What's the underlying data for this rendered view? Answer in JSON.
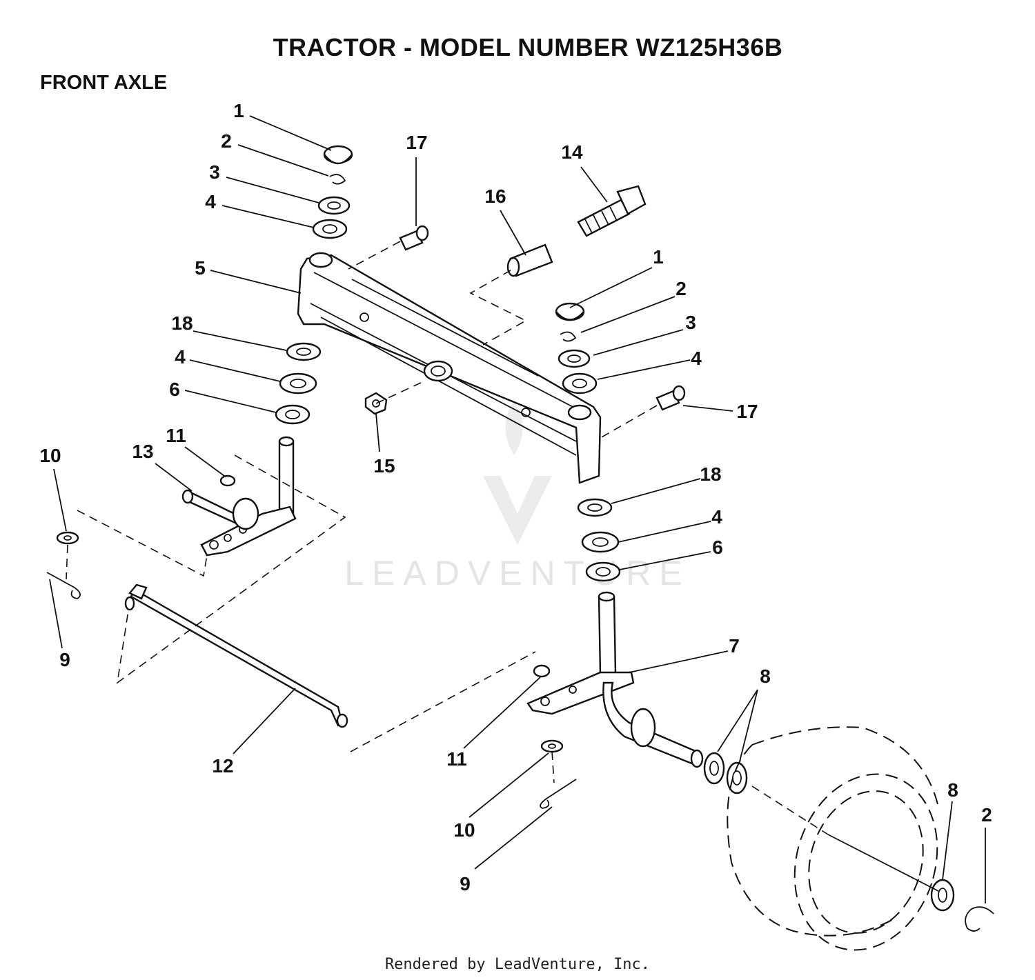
{
  "header": {
    "title": "TRACTOR  - MODEL NUMBER WZ125H36B",
    "subtitle": "FRONT AXLE"
  },
  "watermark": {
    "text": "LEADVENTURE"
  },
  "footer": {
    "text": "Rendered by LeadVenture, Inc."
  },
  "callouts": [
    "1",
    "2",
    "3",
    "4",
    "5",
    "18",
    "4",
    "6",
    "17",
    "16",
    "14",
    "1",
    "2",
    "3",
    "4",
    "17",
    "15",
    "18",
    "4",
    "6",
    "10",
    "13",
    "11",
    "9",
    "12",
    "7",
    "8",
    "11",
    "10",
    "9",
    "8",
    "2"
  ]
}
